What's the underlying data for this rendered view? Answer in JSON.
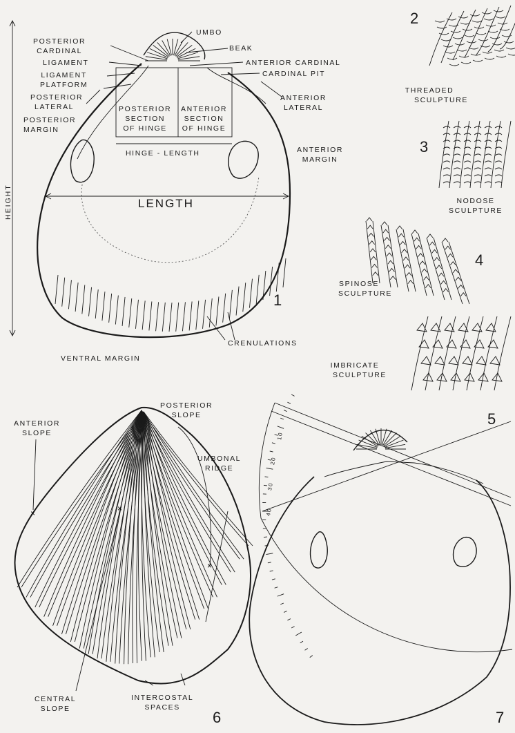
{
  "figure_numbers": {
    "f1": "1",
    "f2": "2",
    "f3": "3",
    "f4": "4",
    "f5": "5",
    "f6": "6",
    "f7": "7"
  },
  "fig1": {
    "umbo": "UMBO",
    "beak": "BEAK",
    "posterior_cardinal": [
      "POSTERIOR",
      "CARDINAL"
    ],
    "ligament": "LIGAMENT",
    "ligament_platform": [
      "LIGAMENT",
      "PLATFORM"
    ],
    "posterior_lateral": [
      "POSTERIOR",
      "LATERAL"
    ],
    "posterior_margin": [
      "POSTERIOR",
      "MARGIN"
    ],
    "anterior_cardinal": "ANTERIOR CARDINAL",
    "cardinal_pit": "CARDINAL PIT",
    "anterior_lateral": [
      "ANTERIOR",
      "LATERAL"
    ],
    "posterior_section": [
      "POSTERIOR",
      "SECTION",
      "OF HINGE"
    ],
    "anterior_section": [
      "ANTERIOR",
      "SECTION",
      "OF HINGE"
    ],
    "hinge_length": "HINGE - LENGTH",
    "anterior_margin": [
      "ANTERIOR",
      "MARGIN"
    ],
    "length": "LENGTH",
    "height": "HEIGHT",
    "crenulations": "CRENULATIONS",
    "ventral_margin": "VENTRAL MARGIN"
  },
  "fig2": {
    "label": [
      "THREADED",
      "SCULPTURE"
    ]
  },
  "fig3": {
    "label": [
      "NODOSE",
      "SCULPTURE"
    ]
  },
  "fig4": {
    "label": [
      "SPINOSE",
      "SCULPTURE"
    ]
  },
  "fig5": {
    "label": [
      "IMBRICATE",
      "SCULPTURE"
    ]
  },
  "fig6": {
    "anterior_slope": [
      "ANTERIOR",
      "SLOPE"
    ],
    "posterior_slope": [
      "POSTERIOR",
      "SLOPE"
    ],
    "umbonal_ridge": [
      "UMBONAL",
      "RIDGE"
    ],
    "central_slope": [
      "CENTRAL",
      "SLOPE"
    ],
    "intercostal_spaces": [
      "INTERCOSTAL",
      "SPACES"
    ]
  },
  "fig7": {
    "protractor_ticks": [
      "10",
      "20",
      "30",
      "40"
    ]
  }
}
